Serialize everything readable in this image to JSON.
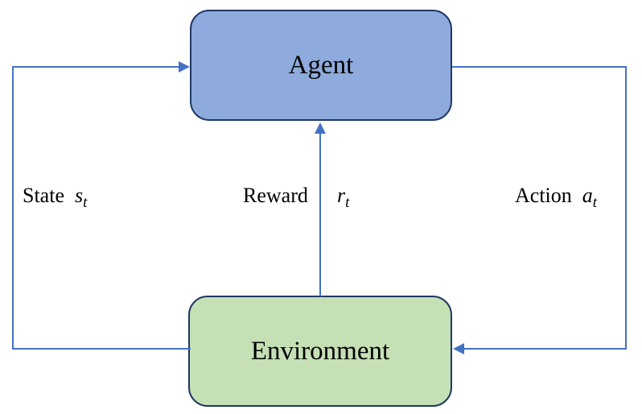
{
  "diagram": {
    "title": "agent-environment-loop",
    "boxes": {
      "agent": {
        "label": "Agent"
      },
      "environment": {
        "label": "Environment"
      }
    },
    "edges": {
      "state": {
        "label": "State",
        "variable": "s",
        "subscript": "t"
      },
      "reward": {
        "label": "Reward",
        "variable": "r",
        "subscript": "t"
      },
      "action": {
        "label": "Action",
        "variable": "a",
        "subscript": "t"
      }
    },
    "colors": {
      "agent_fill": "#8FAADC",
      "environment_fill": "#C5E0B4",
      "box_border": "#1F3864",
      "arrow": "#4472C4"
    }
  }
}
